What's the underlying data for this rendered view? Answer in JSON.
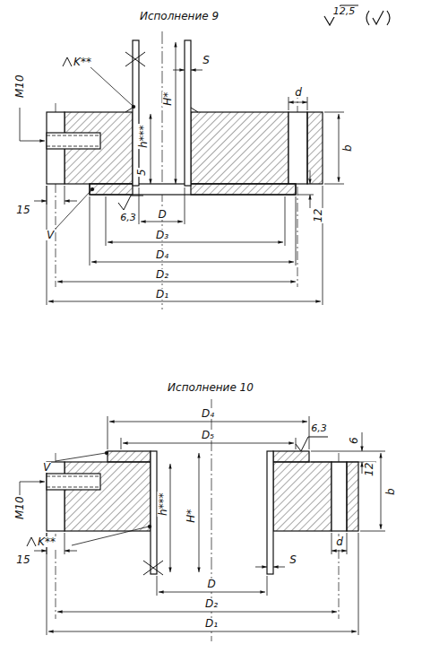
{
  "diagram": {
    "labels": [
      "12,5",
      "Исполнение 9",
      "M10",
      "K**",
      "h***",
      "H*",
      "S",
      "d",
      "b",
      "5",
      "15",
      "6,3",
      "12",
      "V",
      "D",
      "D₃",
      "D₄",
      "D₂",
      "D₁",
      "Исполнение 10",
      "D₄",
      "D₅",
      "V",
      "6,3",
      "6",
      "12",
      "M10",
      "b",
      "15",
      "K**",
      "h***",
      "H*",
      "d",
      "S",
      "D",
      "D₂",
      "D₁"
    ]
  }
}
